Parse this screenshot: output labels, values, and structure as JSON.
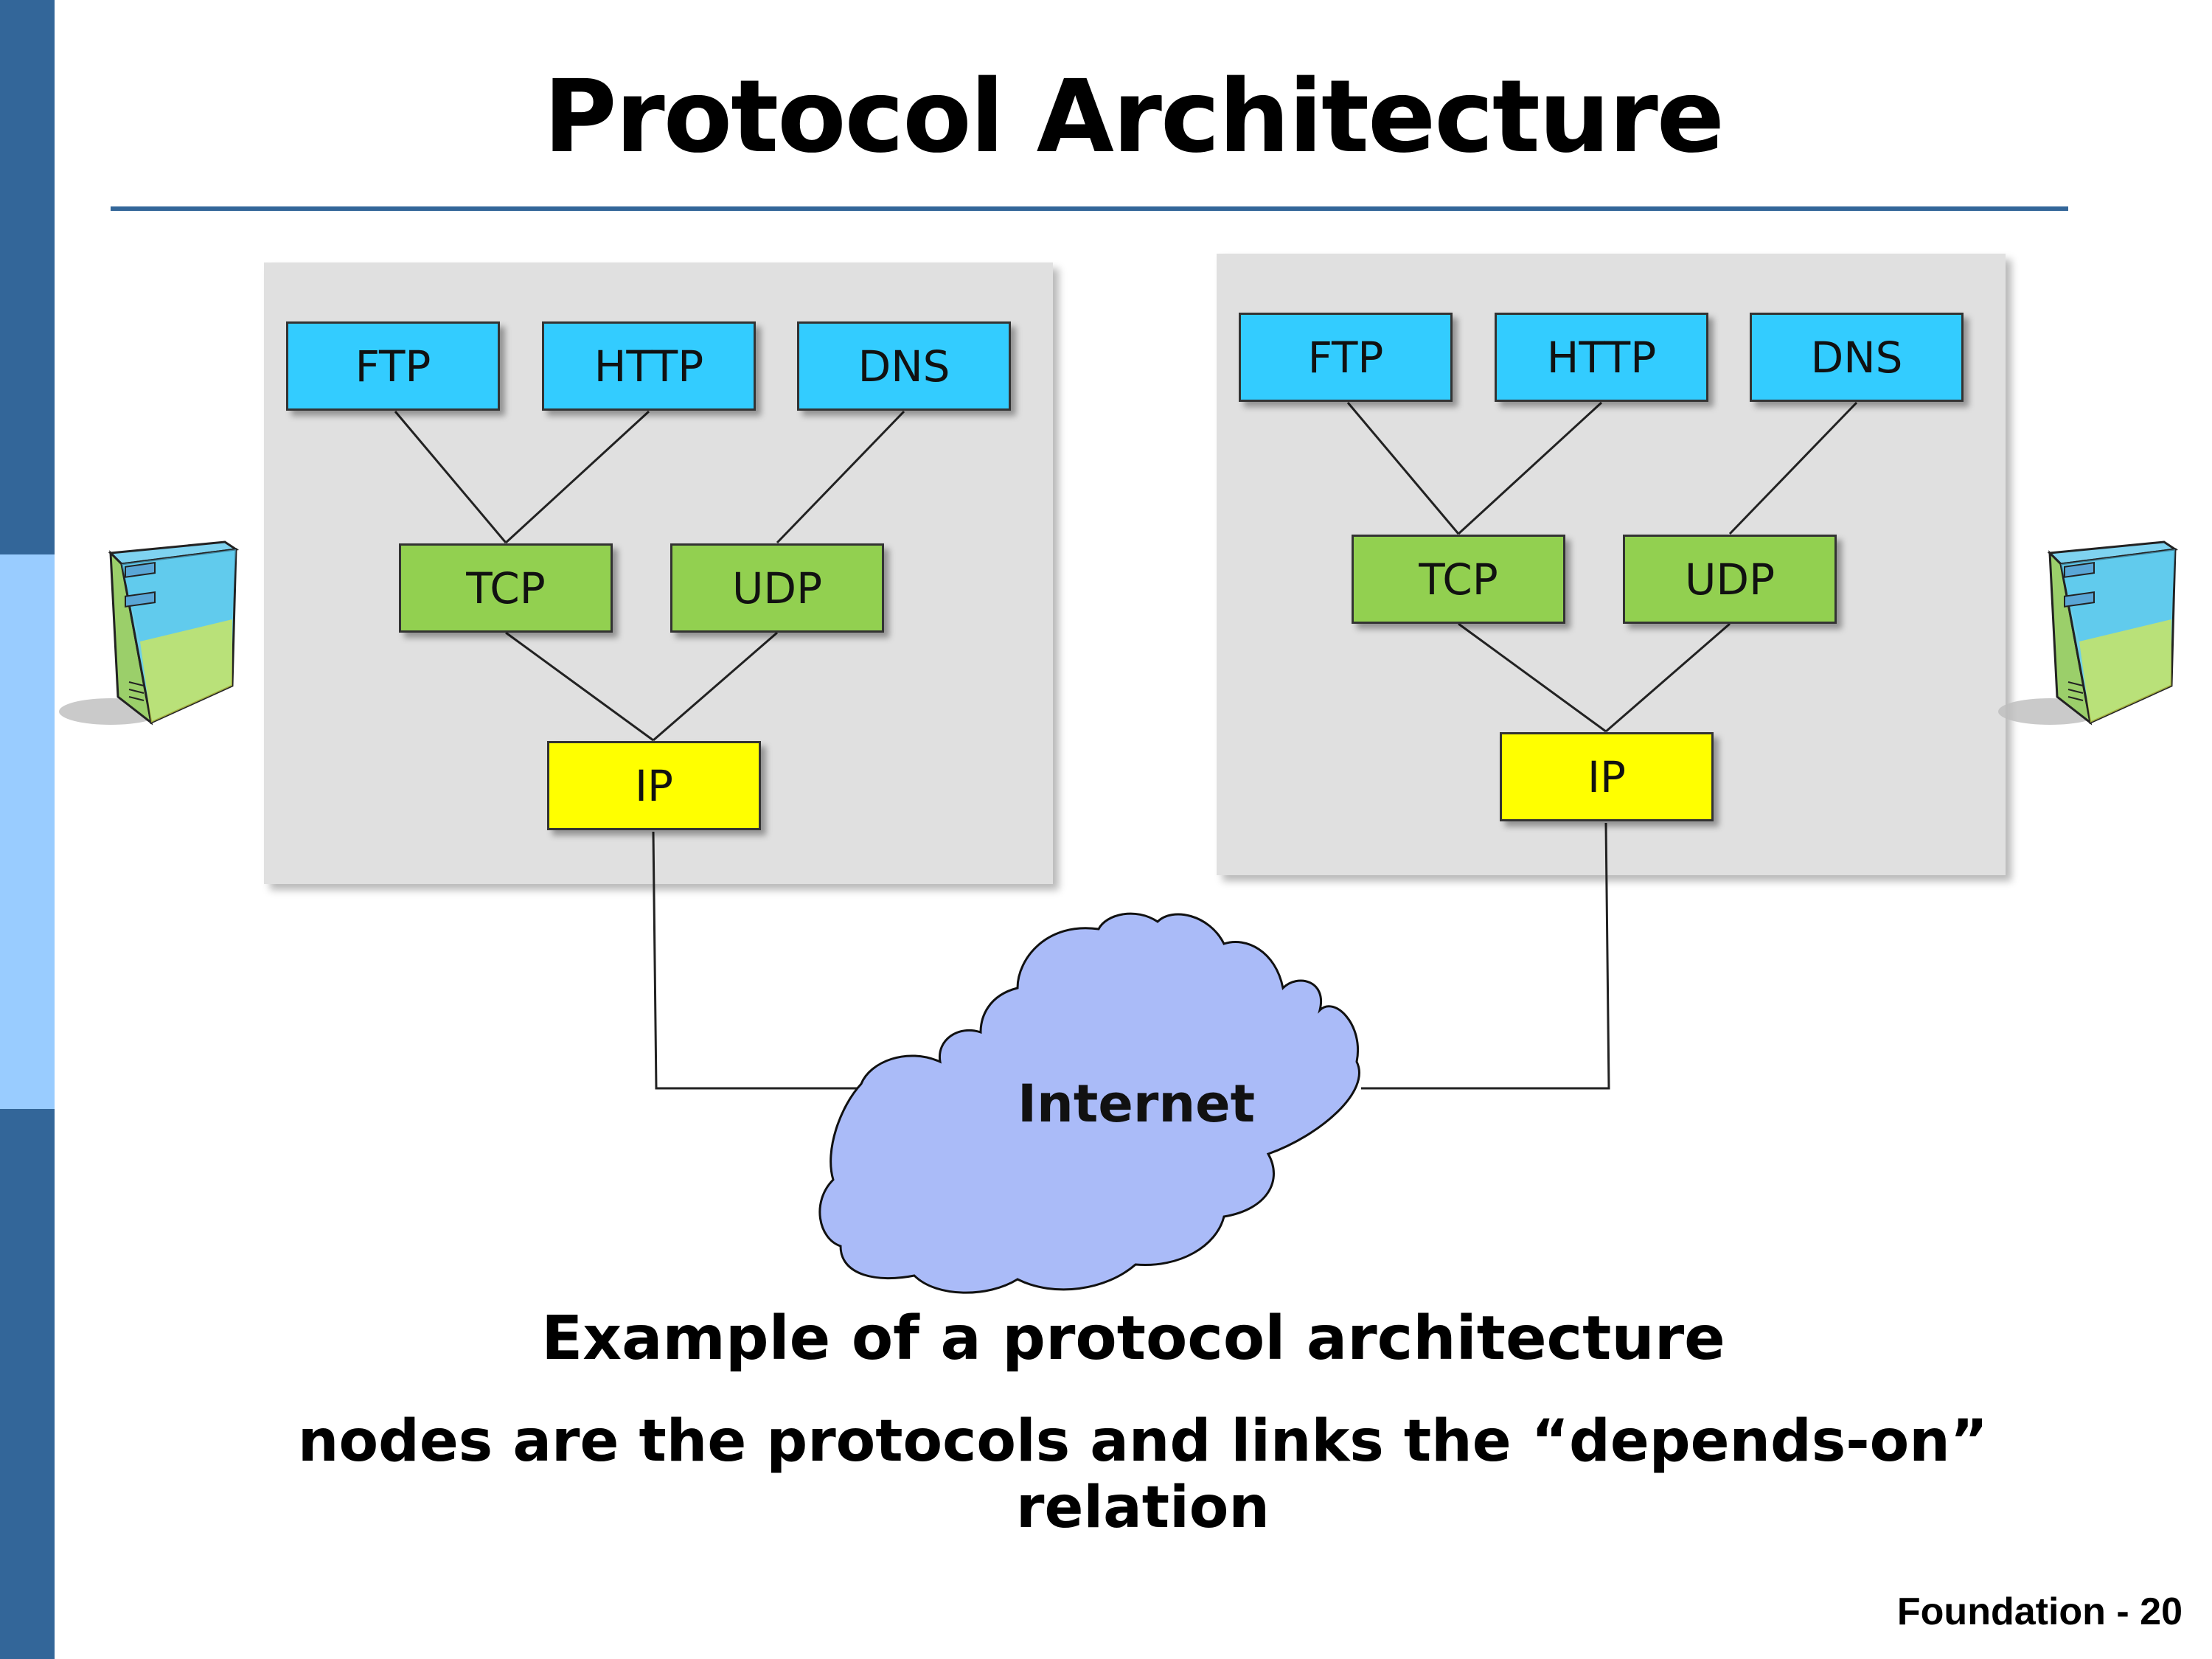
{
  "slide": {
    "title": "Protocol Architecture",
    "caption_line1": "Example of a protocol architecture",
    "caption_line2": "nodes are the protocols and links the “depends-on” relation",
    "footer": "Foundation - 20"
  },
  "diagram": {
    "cloud_label": "Internet",
    "left_stack": {
      "app": [
        "FTP",
        "HTTP",
        "DNS"
      ],
      "transport": [
        "TCP",
        "UDP"
      ],
      "network": "IP"
    },
    "right_stack": {
      "app": [
        "FTP",
        "HTTP",
        "DNS"
      ],
      "transport": [
        "TCP",
        "UDP"
      ],
      "network": "IP"
    },
    "colors": {
      "application": "#33ccff",
      "transport": "#92d050",
      "network": "#ffff00",
      "cloud": "#aabbf8",
      "panel": "#e0e0e0",
      "sidebar_dark": "#336699",
      "sidebar_light": "#99ccff"
    },
    "icons": [
      "server-tower-icon",
      "server-tower-icon",
      "cloud-icon"
    ]
  }
}
